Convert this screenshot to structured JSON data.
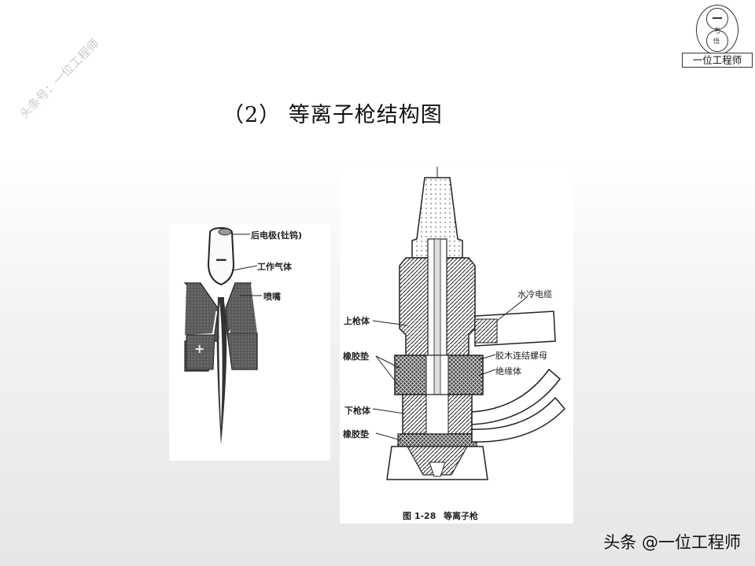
{
  "watermark": "头条号：一位工程师",
  "logo": {
    "top_glyph": "一",
    "mid_glyph": "ち",
    "bottom_glyph": "悟",
    "label": "一位工程师"
  },
  "title": "（2） 等离子枪结构图",
  "left_figure": {
    "labels": [
      "后电极(钍钨)",
      "工作气体",
      "喷嘴"
    ],
    "signs": {
      "minus": "−",
      "plus": "+"
    }
  },
  "right_figure": {
    "labels_left": [
      "上枪体",
      "橡胶垫",
      "下枪体",
      "橡胶垫"
    ],
    "labels_right": [
      "水冷电缆",
      "胶木连结螺母",
      "绝缘体"
    ],
    "caption_number": "图 1-28",
    "caption_text": "等离子枪"
  },
  "footer_credit": "头条 @一位工程师"
}
